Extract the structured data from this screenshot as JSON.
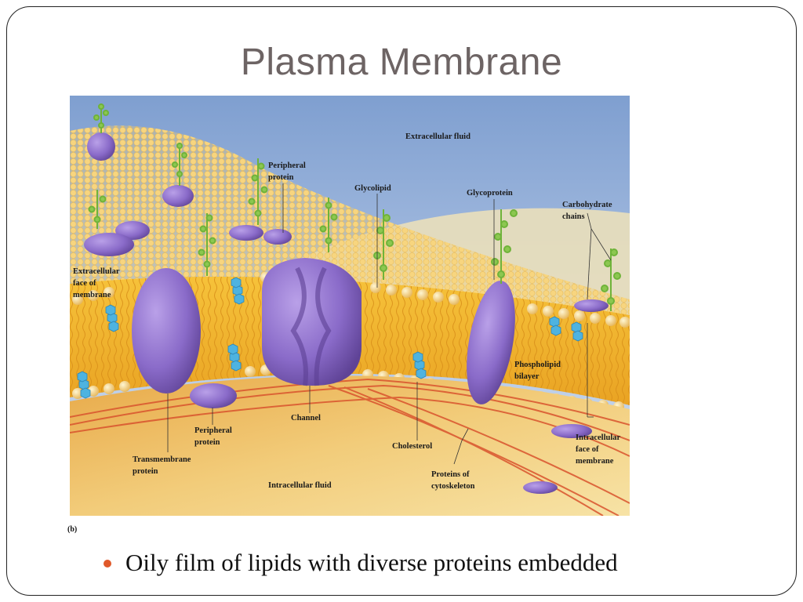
{
  "slide": {
    "title": "Plasma Membrane",
    "bullet": "Oily film of lipids with diverse proteins embedded",
    "figure_sublabel": "(b)",
    "accent_color": "#e0592a"
  },
  "diagram": {
    "labels": {
      "extracellular_fluid": "Extracellular fluid",
      "peripheral_protein_top": "Peripheral\nprotein",
      "glycolipid": "Glycolipid",
      "glycoprotein": "Glycoprotein",
      "carbohydrate_chains": "Carbohydrate\nchains",
      "extracellular_face": "Extracellular\nface of\nmembrane",
      "phospholipid_bilayer": "Phospholipid\nbilayer",
      "channel": "Channel",
      "peripheral_protein_bottom": "Peripheral\nprotein",
      "transmembrane_protein": "Transmembrane\nprotein",
      "cholesterol": "Cholesterol",
      "intracellular_face": "Intracellular\nface of\nmembrane",
      "proteins_of_cytoskeleton": "Proteins of\ncytoskeleton",
      "intracellular_fluid": "Intracellular fluid"
    }
  }
}
